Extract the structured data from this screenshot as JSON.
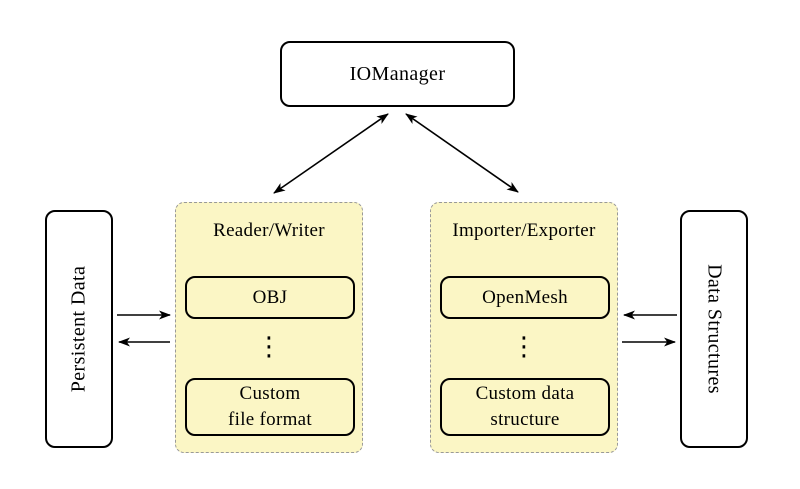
{
  "nodes": {
    "io_manager": "IOManager",
    "persistent_data": "Persistent Data",
    "data_structures": "Data Structures"
  },
  "groups": {
    "reader_writer": {
      "title": "Reader/Writer",
      "item_top": "OBJ",
      "dots": "⋮",
      "item_bottom": "Custom\nfile format"
    },
    "importer_exporter": {
      "title": "Importer/Exporter",
      "item_top": "OpenMesh",
      "dots": "⋮",
      "item_bottom": "Custom data\nstructure"
    }
  },
  "arrows": [
    {
      "name": "iomanager-readerwriter",
      "type": "double-headed-diagonal"
    },
    {
      "name": "iomanager-importerexporter",
      "type": "double-headed-diagonal"
    },
    {
      "name": "persistentdata-to-readerwriter",
      "type": "right"
    },
    {
      "name": "readerwriter-to-persistentdata",
      "type": "left"
    },
    {
      "name": "datastructures-to-importerexporter",
      "type": "left"
    },
    {
      "name": "importerexporter-to-datastructures",
      "type": "right"
    }
  ],
  "colors": {
    "group_fill": "#fbf6c5",
    "group_border": "#999999",
    "node_border": "#000000",
    "background": "#ffffff"
  }
}
